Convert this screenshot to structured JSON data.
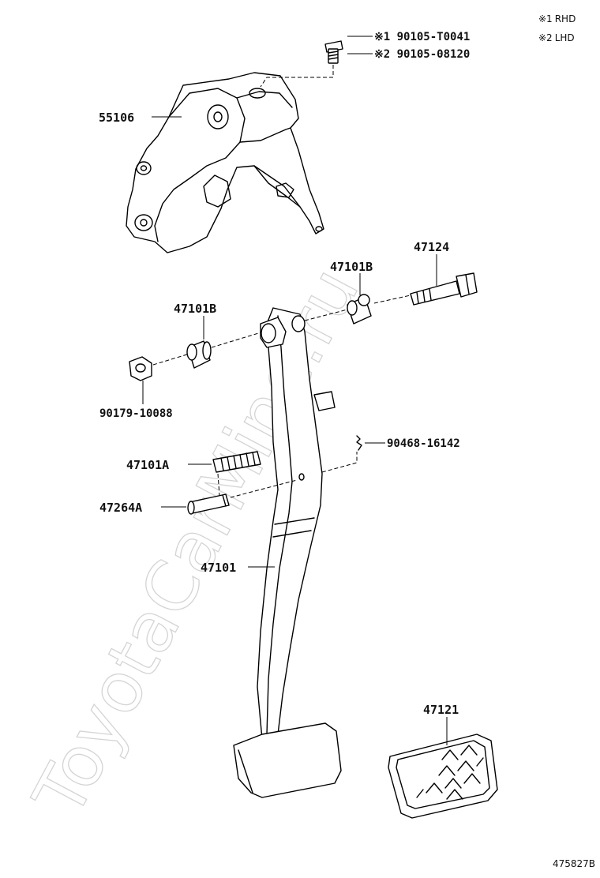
{
  "legend": [
    {
      "mark": "※1",
      "text": "RHD"
    },
    {
      "mark": "※2",
      "text": "LHD"
    }
  ],
  "parts": {
    "bolt_rhd": "※1 90105-T0041",
    "bolt_lhd": "※2 90105-08120",
    "bracket": "55106",
    "bushing_upper": "47101B",
    "bushing_left": "47101B",
    "pivot_bolt": "47124",
    "nut": "90179-10088",
    "clip": "90468-16142",
    "spring": "47101A",
    "pin": "47264A",
    "pedal_arm": "47101",
    "pad": "47121"
  },
  "figure_id": "475827B",
  "watermark": "ToyotaCarMine.ru"
}
